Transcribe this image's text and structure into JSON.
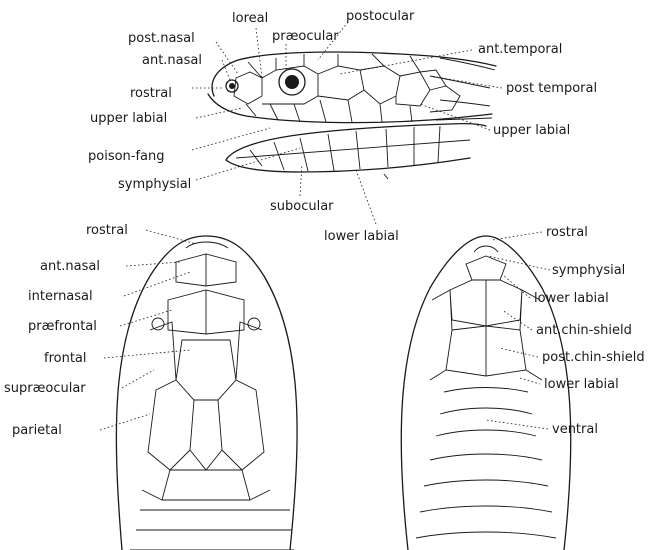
{
  "figure": {
    "lateral": {
      "labels": [
        "loreal",
        "postocular",
        "post.nasal",
        "præocular",
        "ant.nasal",
        "ant.temporal",
        "rostral",
        "post temporal",
        "upper labial",
        "upper labial",
        "poison-fang",
        "symphysial",
        "subocular",
        "lower labial"
      ]
    },
    "dorsal": {
      "labels": [
        "rostral",
        "ant.nasal",
        "internasal",
        "præfrontal",
        "frontal",
        "supræocular",
        "parietal"
      ]
    },
    "ventral": {
      "labels": [
        "rostral",
        "symphysial",
        "lower labial",
        "ant.chin-shield",
        "post.chin-shield",
        "lower labial",
        "ventral"
      ]
    }
  }
}
